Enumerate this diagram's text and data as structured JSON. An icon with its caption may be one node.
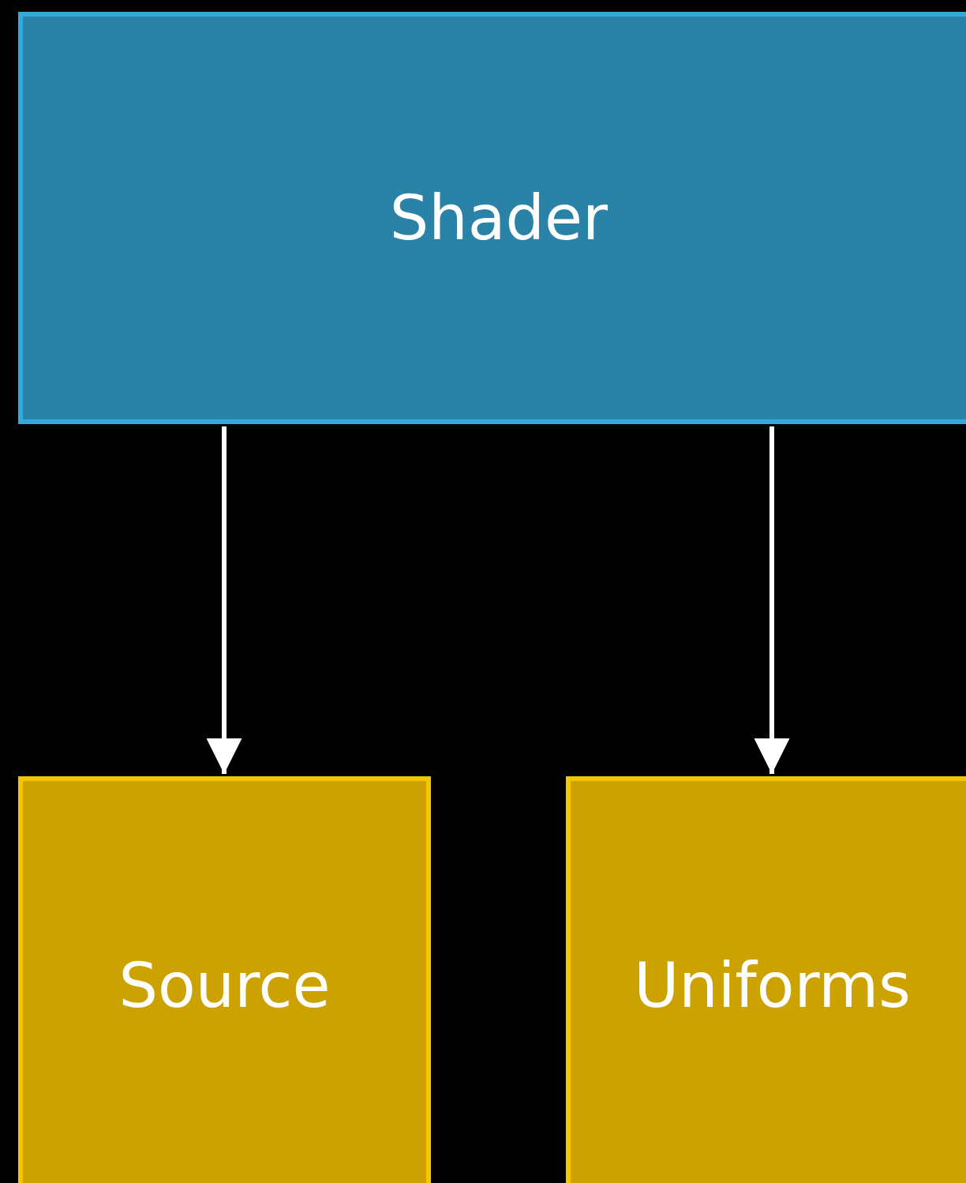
{
  "diagram": {
    "nodes": [
      {
        "text": [
          "Shader"
        ]
      },
      {
        "text": [
          "Source"
        ]
      },
      {
        "text": [
          "Uniforms"
        ]
      }
    ],
    "edges": [
      {
        "from": 0,
        "to": 1,
        "arrow": "to"
      },
      {
        "from": 0,
        "to": 2,
        "arrow": "to"
      }
    ]
  }
}
